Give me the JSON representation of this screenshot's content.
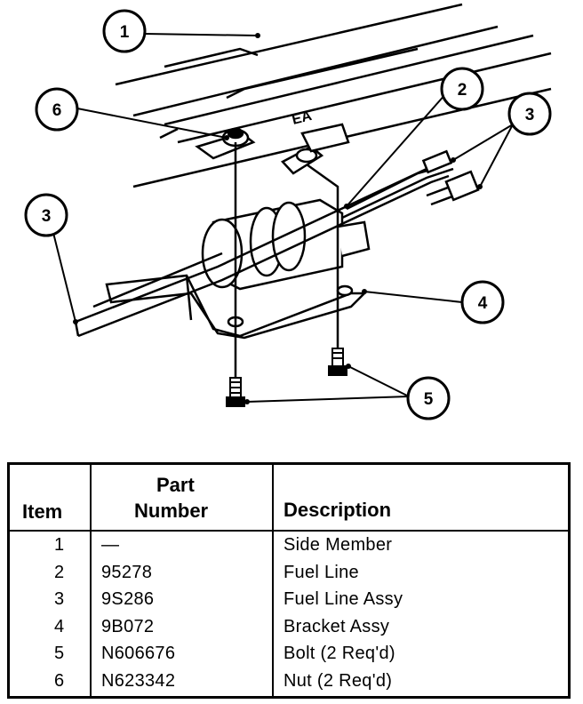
{
  "callouts": [
    "1",
    "2",
    "3",
    "4",
    "5",
    "6"
  ],
  "table": {
    "headers": {
      "item": "Item",
      "part_line1": "Part",
      "part_line2": "Number",
      "description": "Description"
    },
    "rows": [
      {
        "item": "1",
        "part": "—",
        "description": "Side Member"
      },
      {
        "item": "2",
        "part": "95278",
        "description": "Fuel Line"
      },
      {
        "item": "3",
        "part": "9S286",
        "description": "Fuel Line Assy"
      },
      {
        "item": "4",
        "part": "9B072",
        "description": "Bracket Assy"
      },
      {
        "item": "5",
        "part": "N606676",
        "description": "Bolt (2 Req'd)"
      },
      {
        "item": "6",
        "part": "N623342",
        "description": "Nut (2 Req'd)"
      }
    ]
  }
}
